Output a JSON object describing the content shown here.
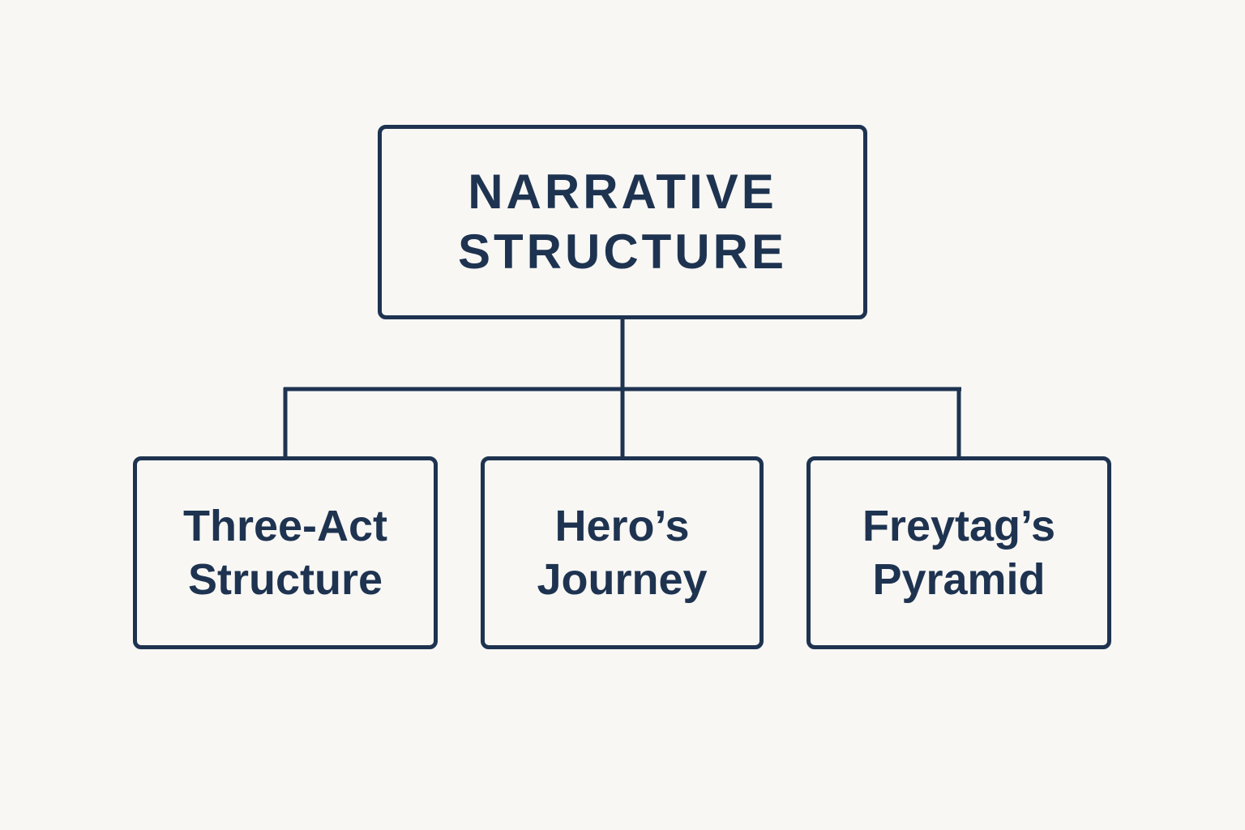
{
  "diagram": {
    "root": {
      "label": "NARRATIVE\nSTRUCTURE"
    },
    "children": [
      {
        "label": "Three-Act\nStructure"
      },
      {
        "label": "Hero’s\nJourney"
      },
      {
        "label": "Freytag’s\nPyramid"
      }
    ]
  },
  "colors": {
    "background": "#f8f7f4",
    "stroke": "#1e3350",
    "text": "#1e3350"
  }
}
